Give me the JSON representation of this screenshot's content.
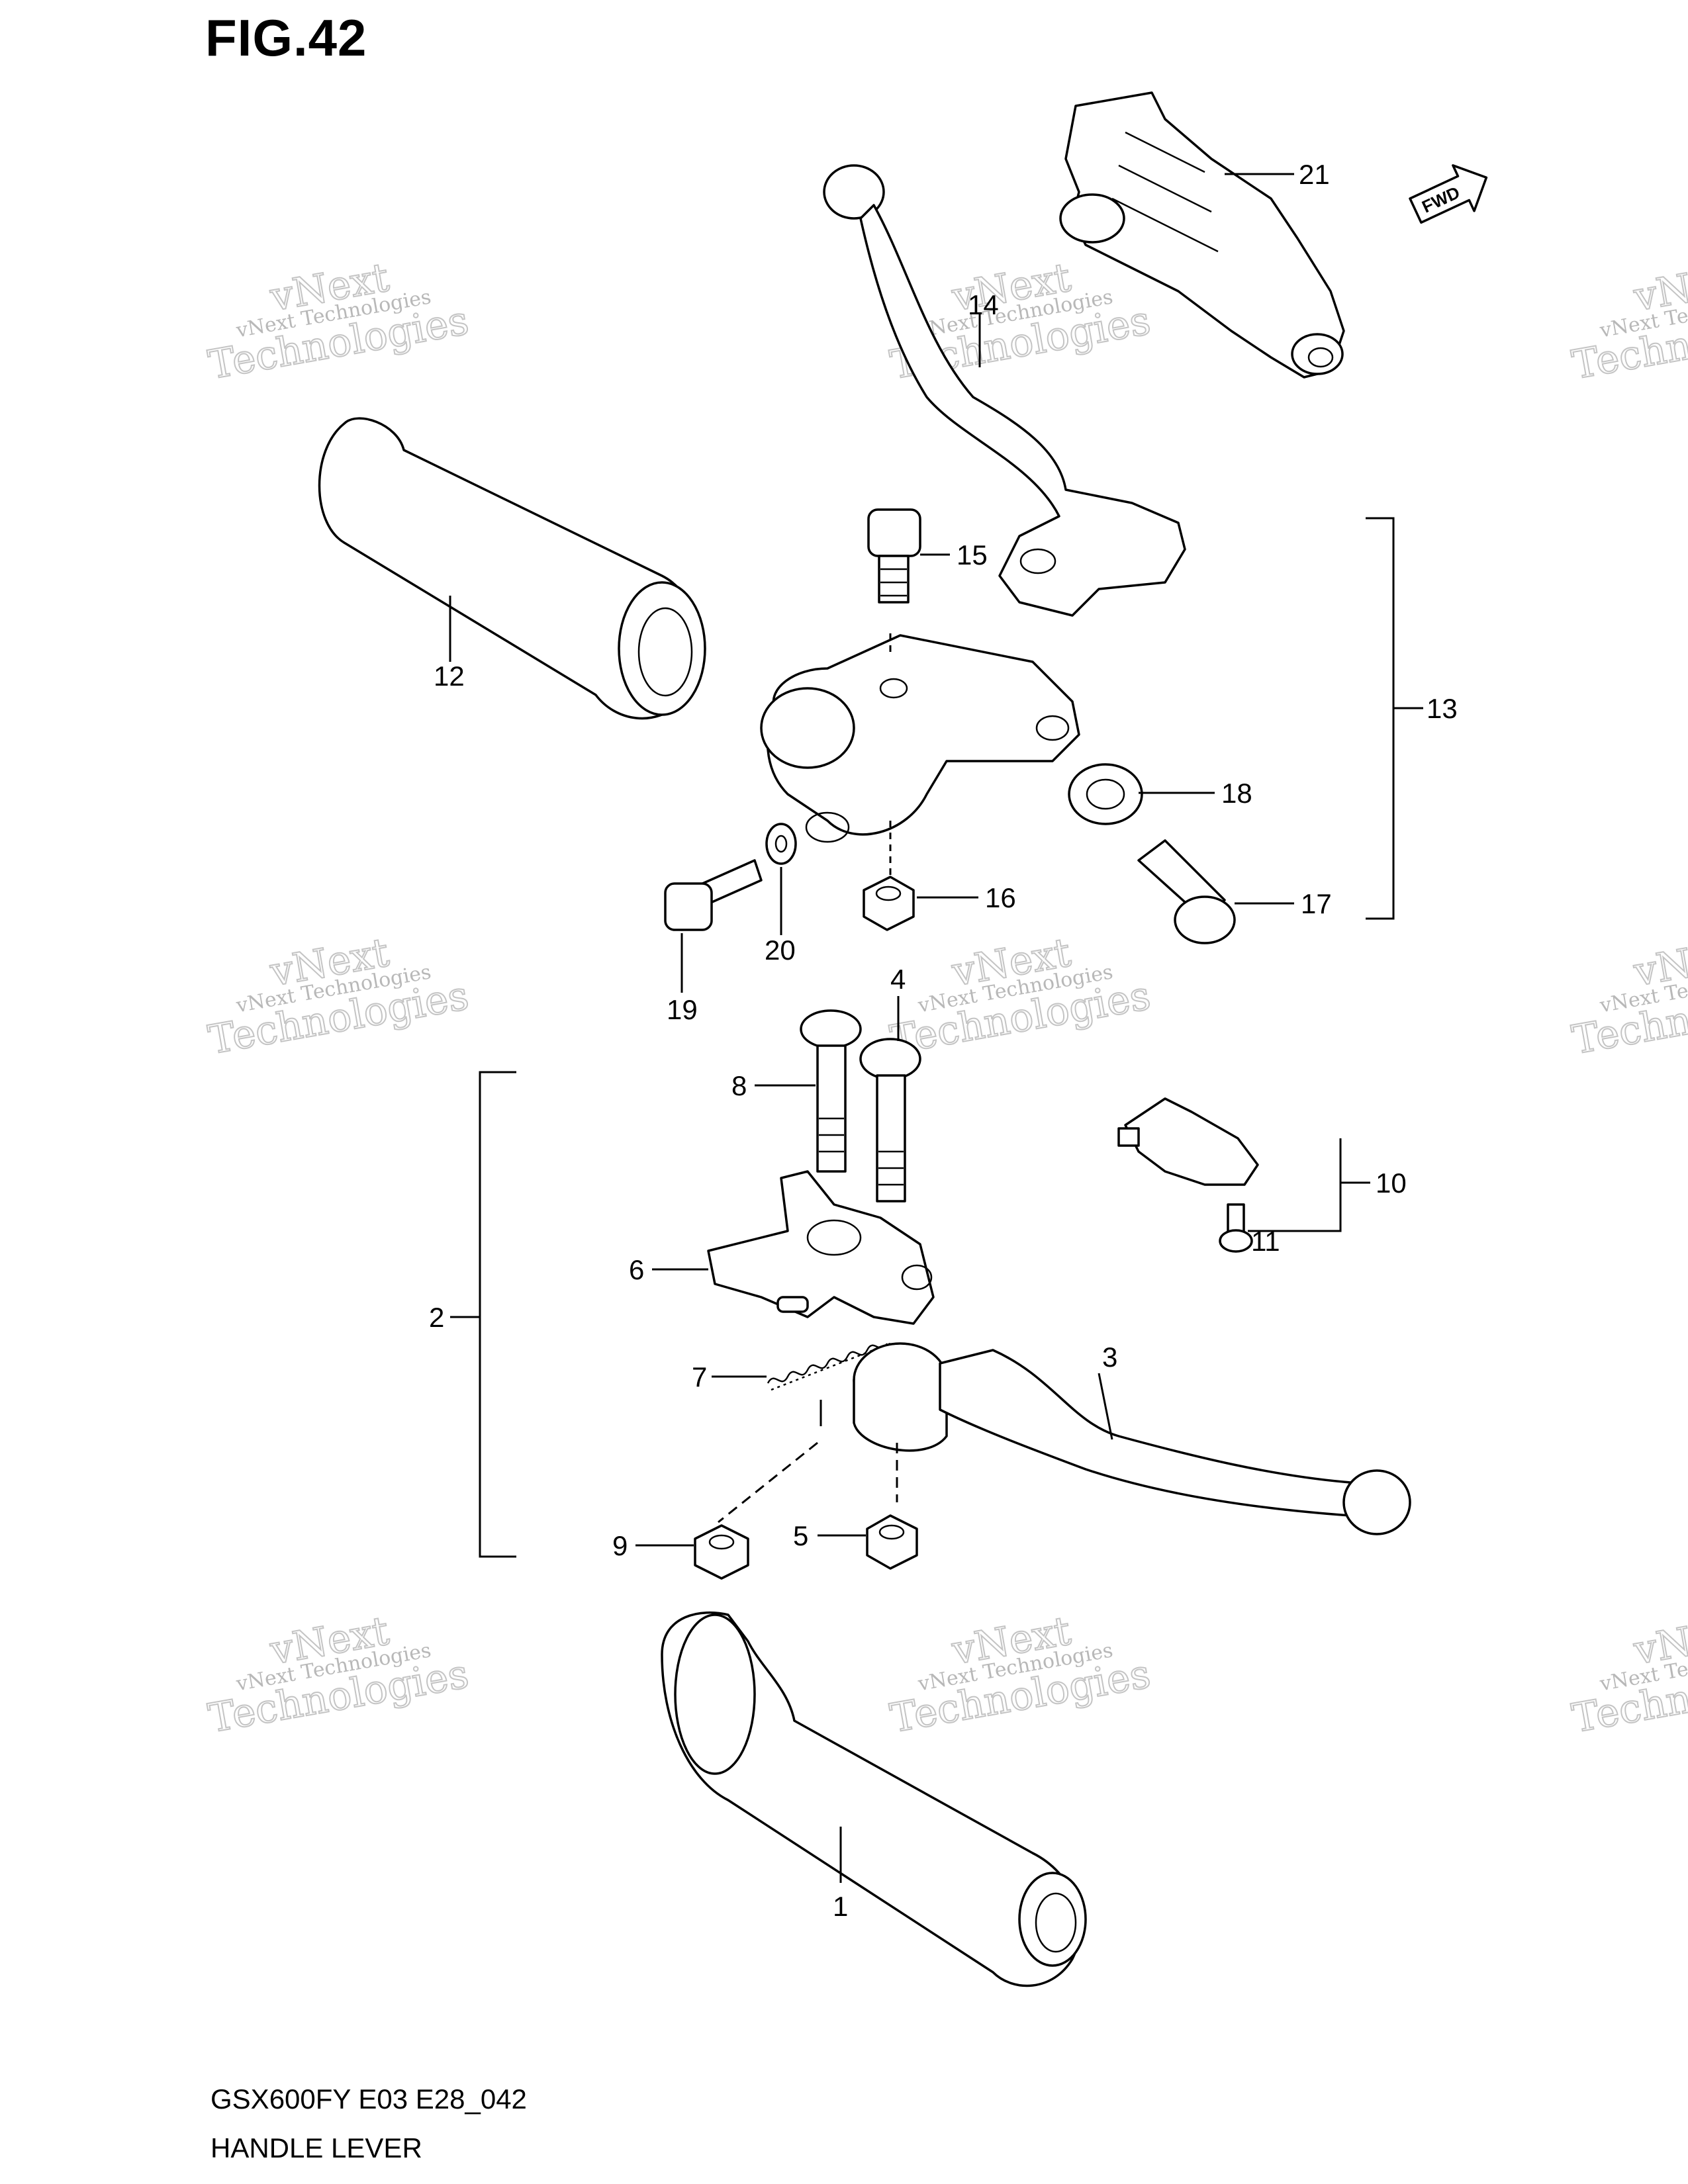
{
  "figure": {
    "title": "FIG.42",
    "model_code": "GSX600FY E03 E28_042",
    "section_name": "HANDLE LEVER"
  },
  "fwd_badge": "FWD",
  "watermark": {
    "line1": "vNext Technologies",
    "line2": "vNext",
    "line3": "Technologies"
  },
  "callouts": [
    "1",
    "2",
    "3",
    "4",
    "5",
    "6",
    "7",
    "8",
    "9",
    "10",
    "11",
    "12",
    "13",
    "14",
    "15",
    "16",
    "17",
    "18",
    "19",
    "20",
    "21"
  ]
}
